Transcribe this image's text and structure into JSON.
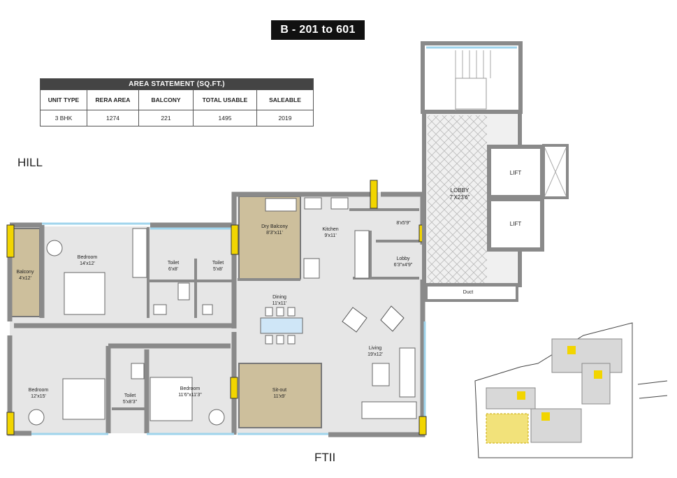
{
  "title": "B - 201 to 601",
  "area_statement": {
    "heading": "AREA STATEMENT (SQ.FT.)",
    "columns": [
      "UNIT TYPE",
      "RERA AREA",
      "BALCONY",
      "TOTAL USABLE",
      "SALEABLE"
    ],
    "row": [
      "3 BHK",
      "1274",
      "221",
      "1495",
      "2019"
    ]
  },
  "directions": {
    "left": "HILL",
    "bottom": "FTII"
  },
  "rooms": {
    "balcony": {
      "name": "Balcony",
      "size": "4'x12'"
    },
    "bedroom1": {
      "name": "Bedroom",
      "size": "14'x12'"
    },
    "toilet1": {
      "name": "Toilet",
      "size": "6'x8'"
    },
    "toilet2": {
      "name": "Toilet",
      "size": "5'x8'"
    },
    "dry_balcony": {
      "name": "Dry Balcony",
      "size": "8'3\"x11'"
    },
    "kitchen": {
      "name": "Kitchen",
      "size": "9'x11'"
    },
    "passage": {
      "size": "8'x5'9\""
    },
    "lobby_small": {
      "name": "Lobby",
      "size": "6'3\"x4'9\""
    },
    "dining": {
      "name": "Dining",
      "size": "11'x11'"
    },
    "living": {
      "name": "Living",
      "size": "19'x12'"
    },
    "bedroom2": {
      "name": "Bedroom",
      "size": "12'x15'"
    },
    "toilet3": {
      "name": "Toilet",
      "size": "5'x8'3\""
    },
    "bedroom3": {
      "name": "Bedroom",
      "size": "11'6\"x11'3\""
    },
    "sitout": {
      "name": "Sit-out",
      "size": "11'x9'"
    },
    "lobby_main": {
      "name": "LOBBY",
      "size": "7'X23'6\""
    },
    "lift1": {
      "name": "LIFT"
    },
    "lift2": {
      "name": "LIFT"
    },
    "duct": {
      "name": "Duct"
    }
  },
  "colors": {
    "wall": "#8a8a8a",
    "floor": "#e6e6e6",
    "accent_room": "#cdbf9c",
    "highlight": "#f2d500",
    "glass": "#9fd4ec"
  }
}
